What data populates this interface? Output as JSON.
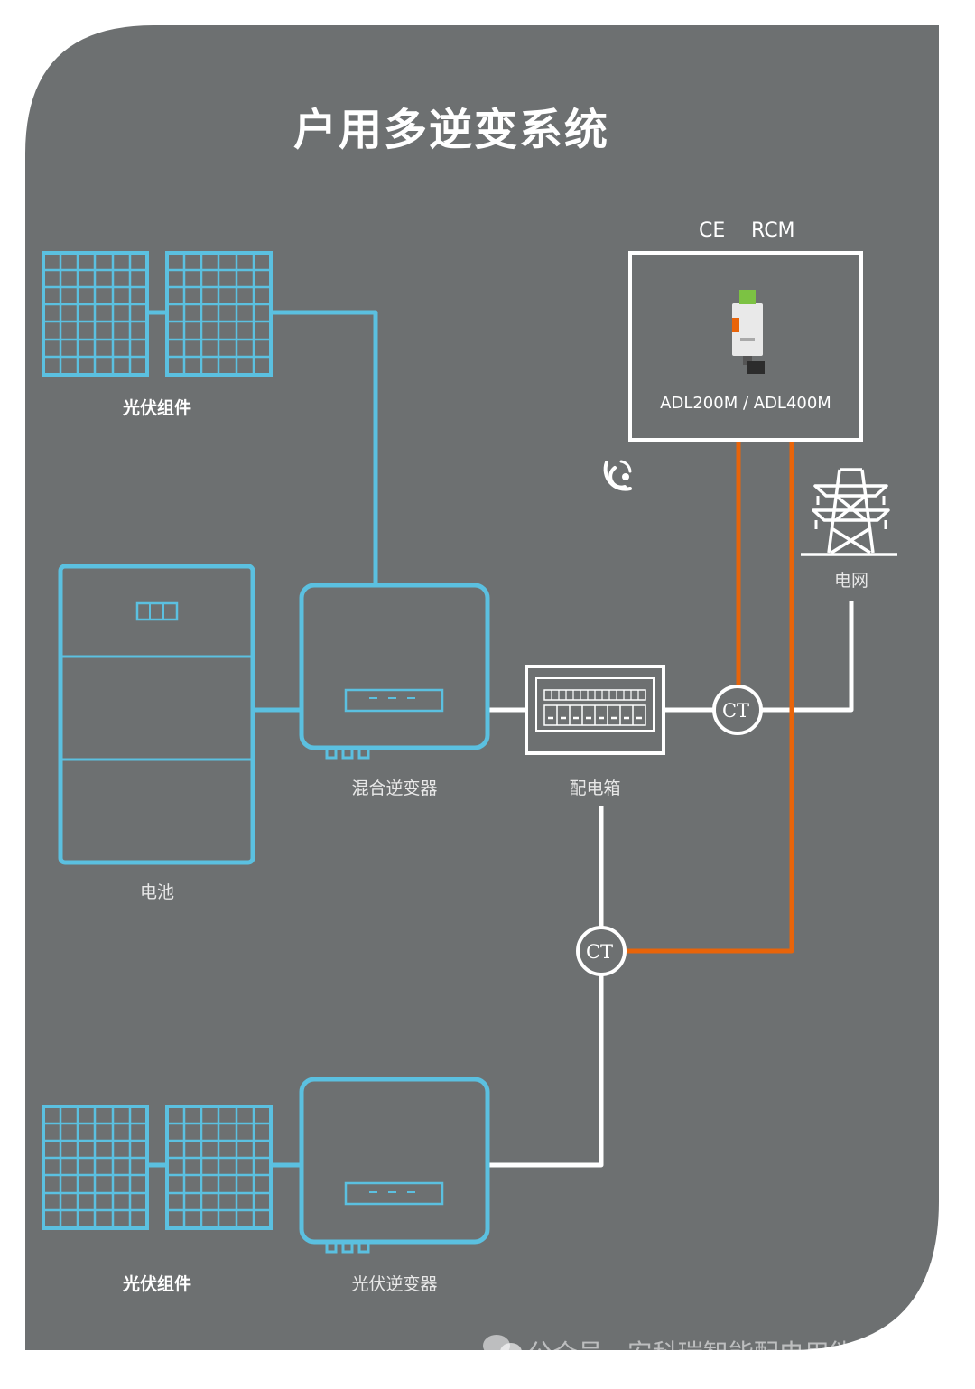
{
  "title": "户用多逆变系统",
  "labels": {
    "pv_modules_top": "光伏组件",
    "battery": "电池",
    "hybrid_inverter": "混合逆变器",
    "distribution_box": "配电箱",
    "grid": "电网",
    "pv_modules_bottom": "光伏组件",
    "pv_inverter": "光伏逆变器",
    "ct_upper": "CT",
    "ct_lower": "CT"
  },
  "meter": {
    "model": "ADL200M / ADL400M",
    "cert_ce": "CE",
    "cert_rcm": "RCM"
  },
  "watermark": "公众号 · 安科瑞智能配电用能管理",
  "colors": {
    "background": "#6d7071",
    "device_line": "#5bc0e0",
    "ac_line": "#ffffff",
    "comm_line": "#e8640a"
  },
  "icons": [
    "solar-panel-icon",
    "battery-icon",
    "inverter-icon",
    "distribution-box-icon",
    "meter-icon",
    "wireless-icon",
    "power-tower-icon",
    "ct-icon",
    "wechat-icon"
  ]
}
